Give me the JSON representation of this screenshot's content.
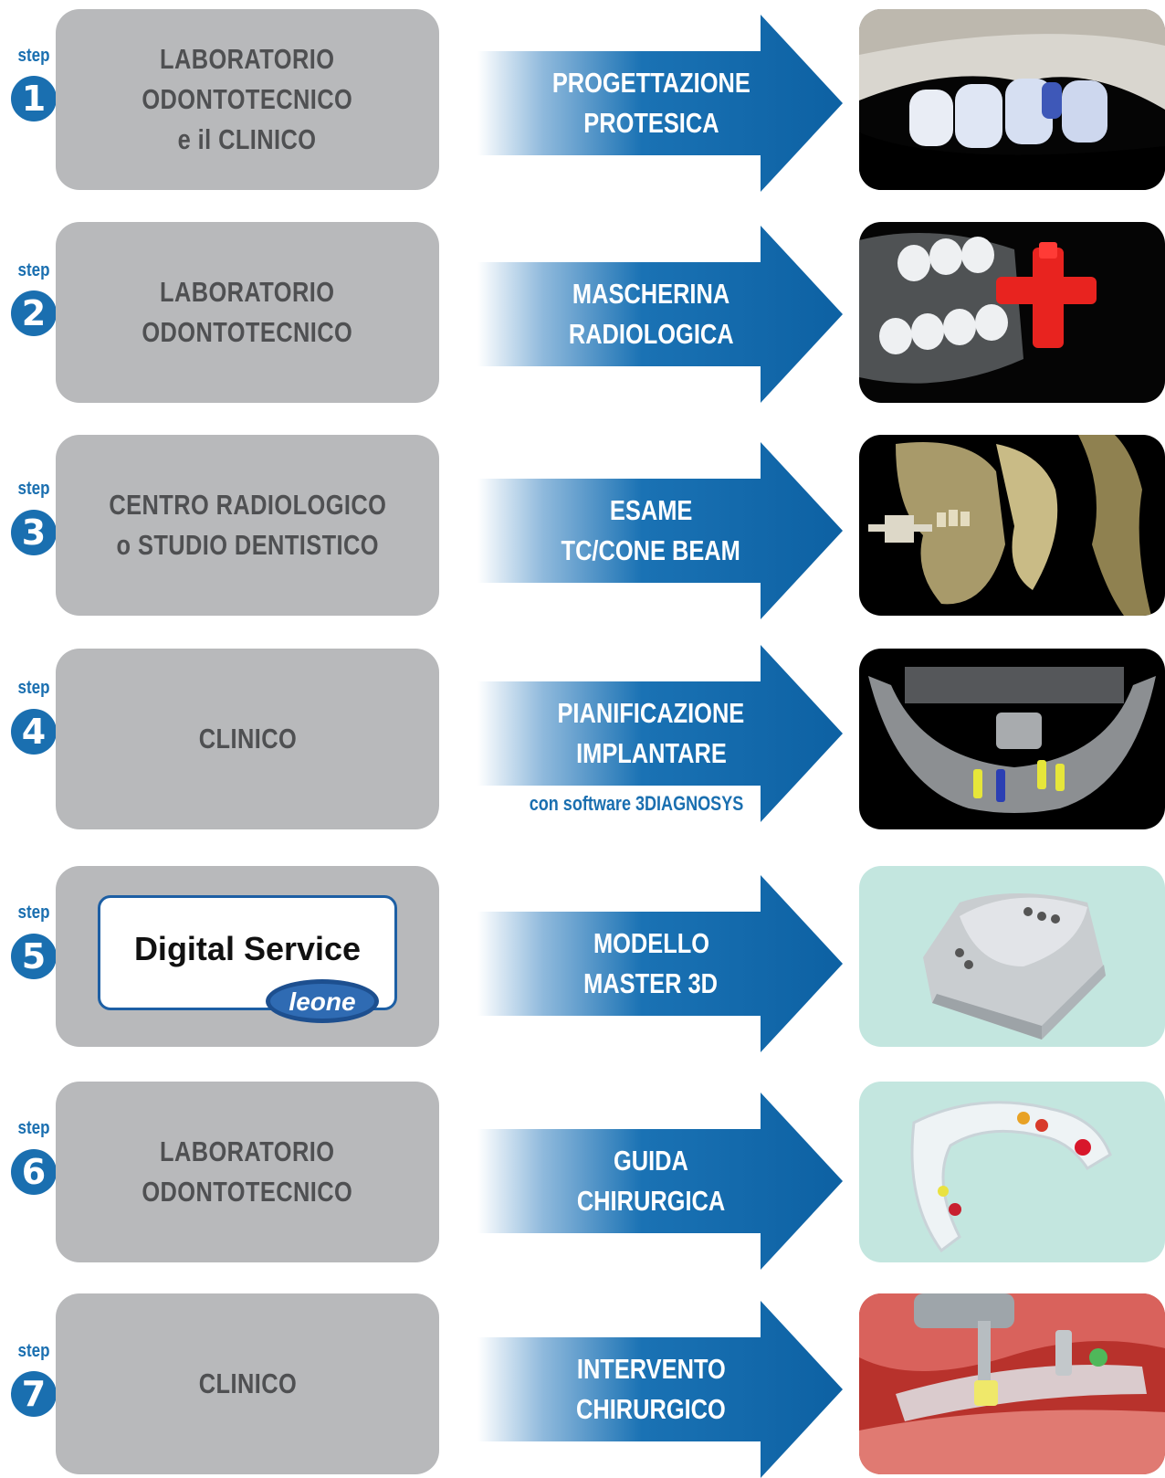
{
  "step_word": "step",
  "steps": [
    {
      "number": "1",
      "actor": [
        "LABORATORIO",
        "ODONTOTECNICO",
        "e il CLINICO"
      ],
      "action": [
        "PROGETTAZIONE",
        "PROTESICA"
      ],
      "photo": "denture-wax-model-photo"
    },
    {
      "number": "2",
      "actor": [
        "LABORATORIO",
        "ODONTOTECNICO"
      ],
      "action": [
        "MASCHERINA",
        "RADIOLOGICA"
      ],
      "photo": "radiological-template-photo"
    },
    {
      "number": "3",
      "actor": [
        "CENTRO RADIOLOGICO",
        "o STUDIO DENTISTICO"
      ],
      "action": [
        "ESAME",
        "TC/CONE BEAM"
      ],
      "photo": "3d-skull-ct-scan"
    },
    {
      "number": "4",
      "actor": [
        "CLINICO"
      ],
      "action": [
        "PIANIFICAZIONE",
        "IMPLANTARE"
      ],
      "action_note": "con software 3DIAGNOSYS",
      "photo": "implant-planning-scan"
    },
    {
      "number": "5",
      "logo": {
        "title": "Digital Service",
        "brand": "leone"
      },
      "action": [
        "MODELLO",
        "MASTER 3D"
      ],
      "photo": "3d-master-model-photo"
    },
    {
      "number": "6",
      "actor": [
        "LABORATORIO",
        "ODONTOTECNICO"
      ],
      "action": [
        "GUIDA",
        "CHIRURGICA"
      ],
      "photo": "surgical-guide-photo"
    },
    {
      "number": "7",
      "actor": [
        "CLINICO"
      ],
      "action": [
        "INTERVENTO",
        "CHIRURGICO"
      ],
      "photo": "surgery-photo"
    }
  ],
  "colors": {
    "accent_blue": "#1a6fb0",
    "actor_box": "#b8b9bb",
    "actor_text": "#4f5052",
    "photo_mint": "#c3e6df"
  }
}
